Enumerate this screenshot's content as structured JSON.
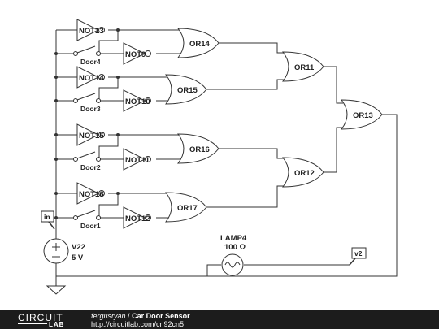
{
  "circuit": {
    "not_gates": [
      "NOT13",
      "NOT9",
      "NOT14",
      "NOT10",
      "NOT15",
      "NOT11",
      "NOT16",
      "NOT12"
    ],
    "or_gates": [
      "OR14",
      "OR15",
      "OR16",
      "OR17",
      "OR11",
      "OR12",
      "OR13"
    ],
    "switches": [
      "Door4",
      "Door3",
      "Door2",
      "Door1"
    ],
    "source": {
      "name": "V22",
      "value": "5 V"
    },
    "lamp": {
      "name": "LAMP4",
      "value": "100 Ω"
    },
    "probes": {
      "input": "in",
      "output": "v2"
    }
  },
  "footer": {
    "logo_top": "CIRCUIT",
    "logo_bottom": "LAB",
    "author": "fergusryan",
    "separator": "/",
    "title": "Car Door Sensor",
    "url": "http://circuitlab.com/cn92cn5"
  }
}
